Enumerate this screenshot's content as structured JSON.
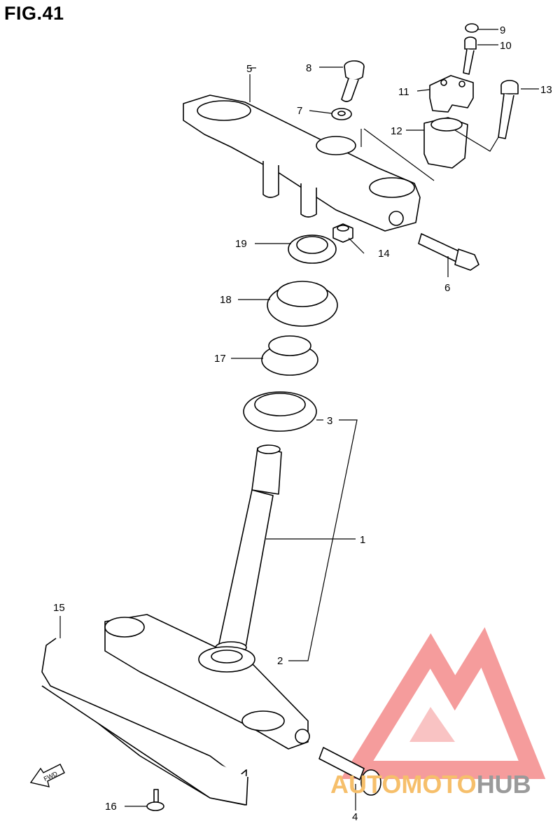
{
  "figure": {
    "title": "FIG.41"
  },
  "callouts": [
    "1",
    "2",
    "3",
    "4",
    "5",
    "6",
    "7",
    "8",
    "9",
    "10",
    "11",
    "12",
    "13",
    "14",
    "15",
    "16",
    "17",
    "18",
    "19"
  ],
  "fwd_label": "FWD",
  "watermark": {
    "part1": "AUTO",
    "part2": "MOTO",
    "part3": "HUB",
    "accent_color": "#f08080"
  }
}
